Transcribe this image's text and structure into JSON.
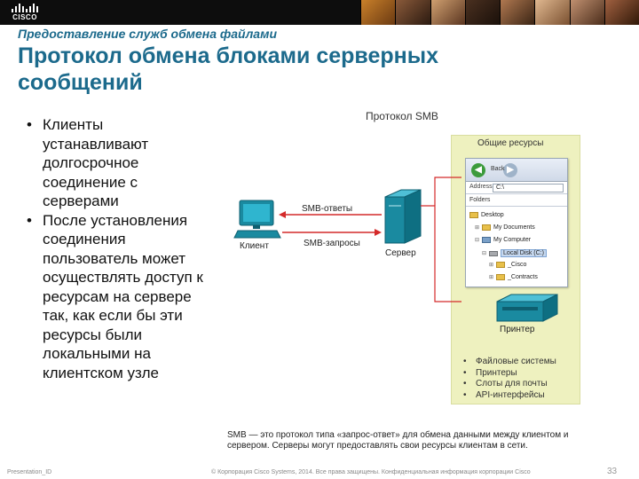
{
  "header": {
    "logo_text": "CISCO",
    "subtitle": "Предоставление служб обмена файлами",
    "title": "Протокол обмена блоками серверных сообщений"
  },
  "bullets": [
    "Клиенты устанавливают долгосрочное соединение с серверами",
    "После установления соединения пользователь может осуществлять доступ к ресурсам на сервере так, как если бы эти ресурсы были локальными на клиентском узле"
  ],
  "figure": {
    "title": "Протокол SMB",
    "client_label": "Клиент",
    "server_label": "Сервер",
    "responses_label": "SMB-ответы",
    "requests_label": "SMB-запросы",
    "shared_title": "Общие ресурсы",
    "printer_label": "Принтер",
    "explorer": {
      "back_label": "Back",
      "address_label": "Address",
      "address_value": "C:\\",
      "folders_label": "Folders",
      "tree": [
        "Desktop",
        "My Documents",
        "My Computer",
        "Local Disk (C:)",
        "_Cisco",
        "_Contracts"
      ]
    },
    "resources": [
      "Файловые системы",
      "Принтеры",
      "Слоты для почты",
      "API-интерфейсы"
    ]
  },
  "footnote": "SMB — это протокол типа «запрос-ответ» для обмена данными между клиентом и сервером. Серверы могут предоставлять свои ресурсы клиентам в сети.",
  "footer": {
    "left": "Presentation_ID",
    "center": "© Корпорация Cisco Systems, 2014. Все права защищены.    Конфиденциальная информация корпорации Cisco",
    "page": "33"
  },
  "colors": {
    "title_blue": "#1c6a8c",
    "arrow_red": "#d42a2a",
    "teal_device": "#1a8aa0",
    "panel_green": "#eef1bf"
  }
}
